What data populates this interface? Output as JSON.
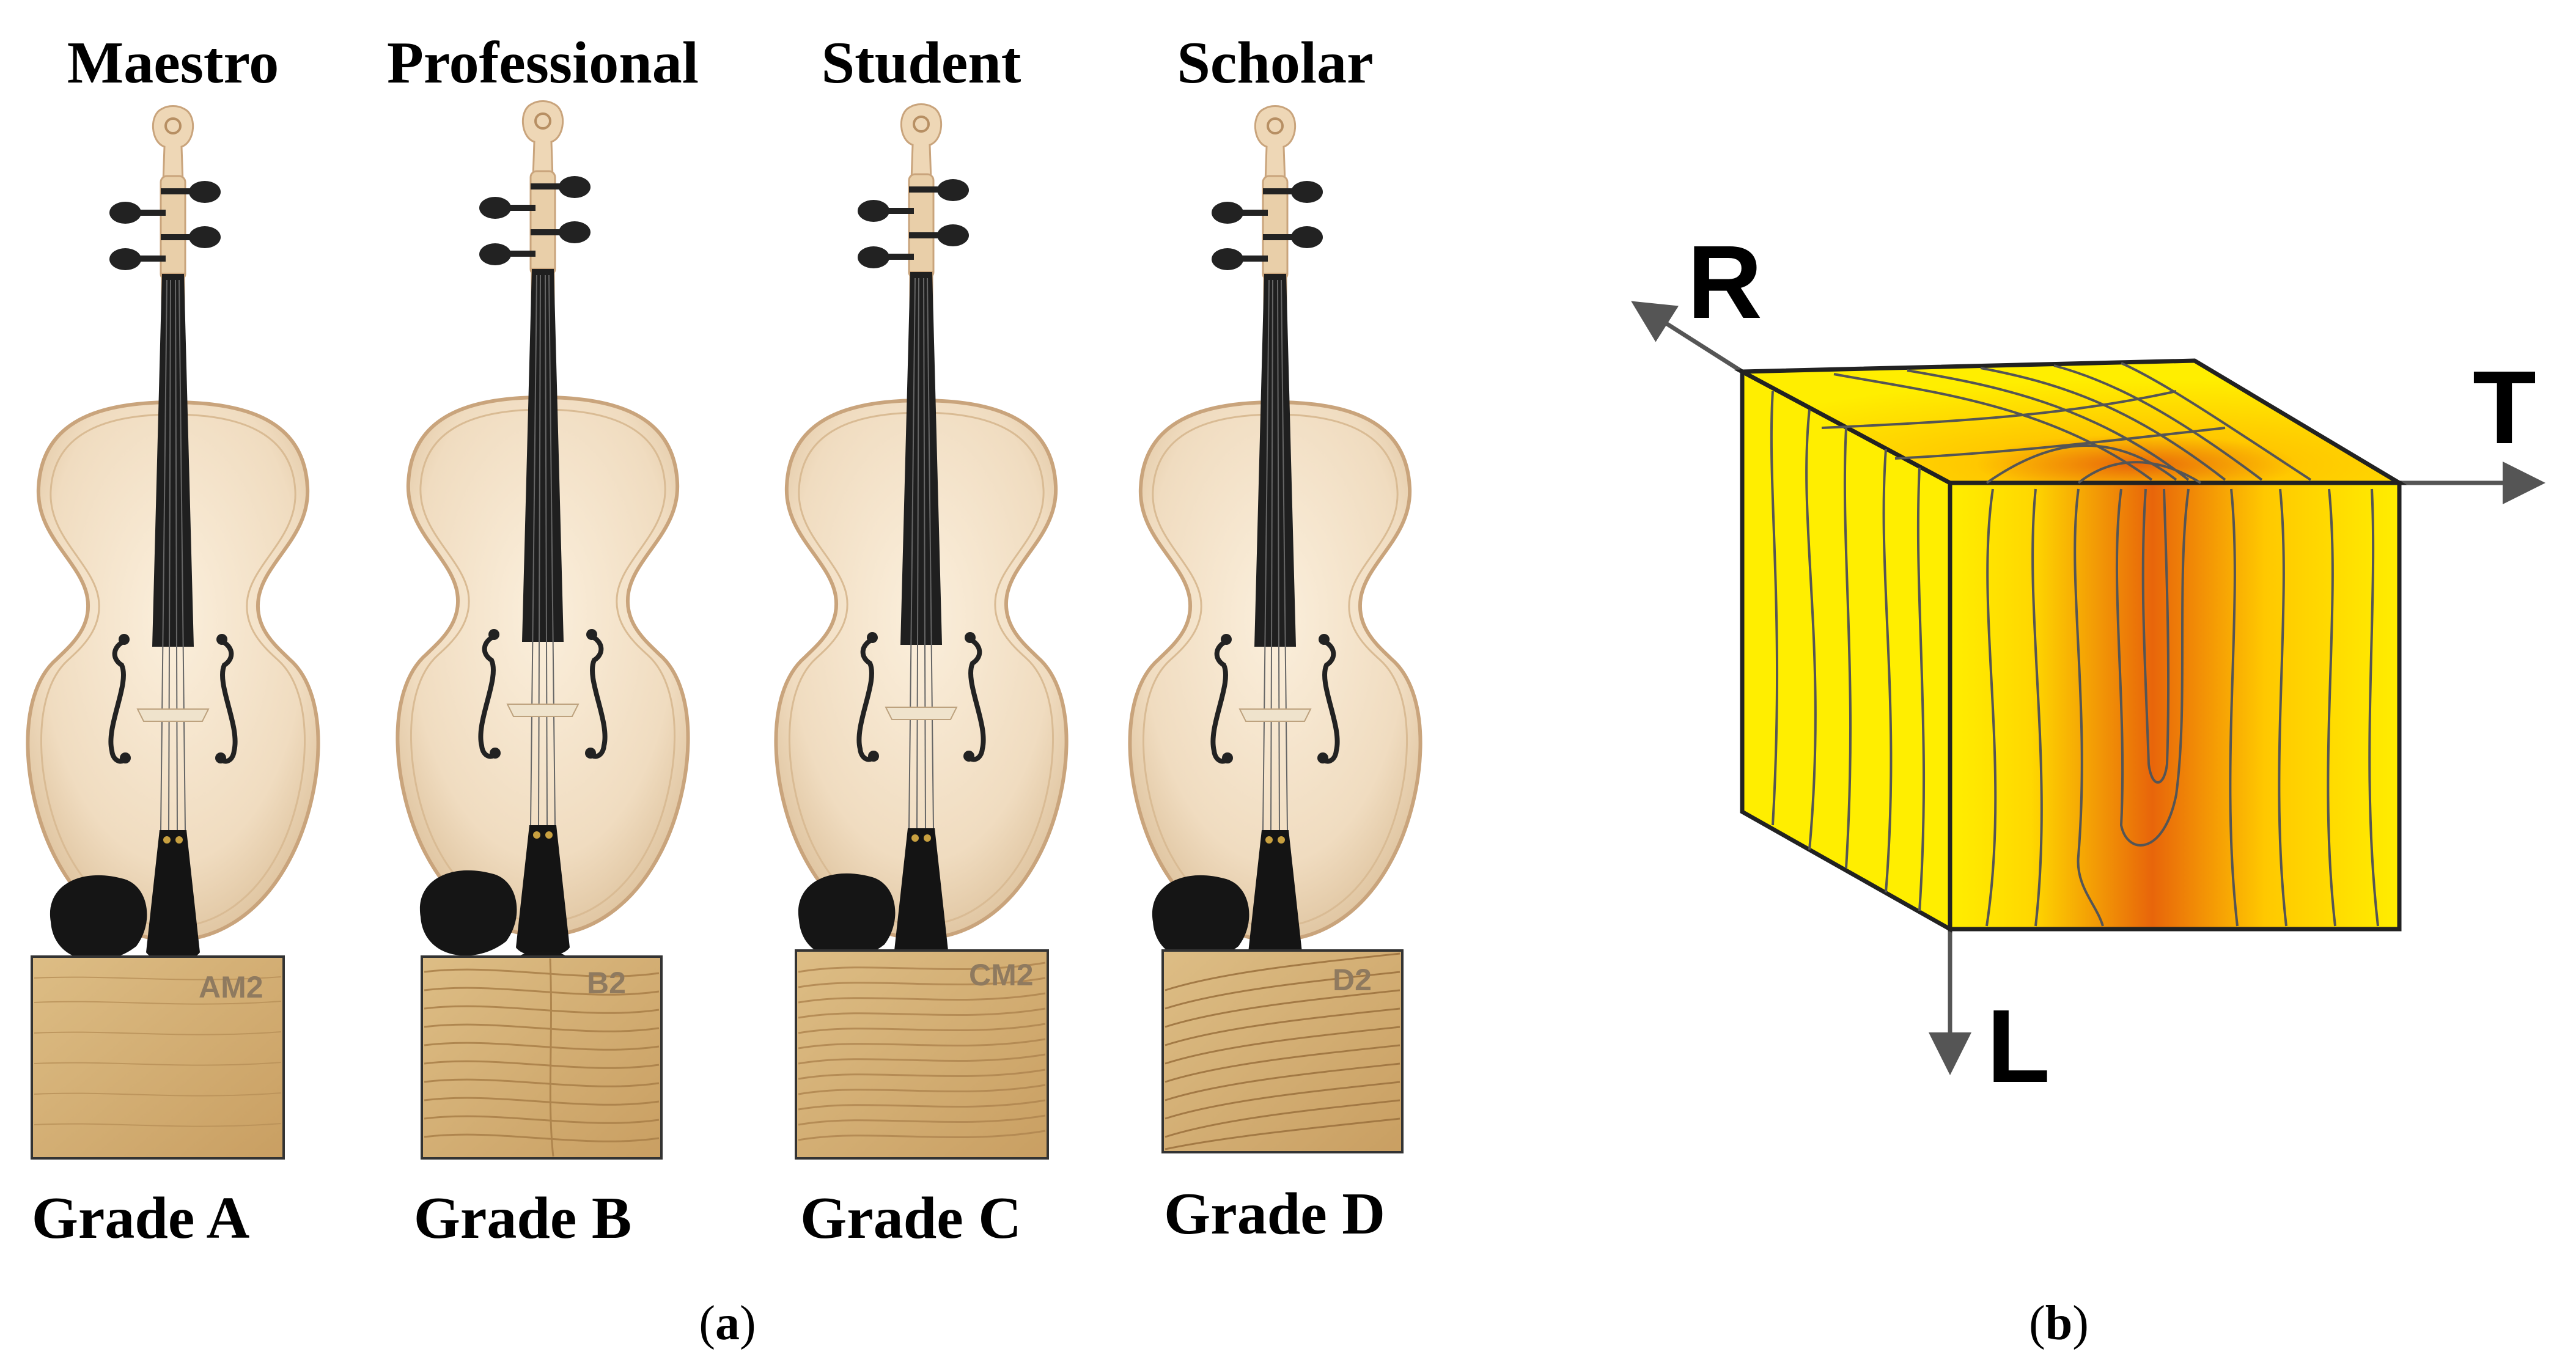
{
  "panel_a": {
    "grades": [
      {
        "name": "Maestro",
        "grade_label": "Grade A",
        "sample_code": "AM2"
      },
      {
        "name": "Professional",
        "grade_label": "Grade B",
        "sample_code": "B2"
      },
      {
        "name": "Student",
        "grade_label": "Grade C",
        "sample_code": "CM2"
      },
      {
        "name": "Scholar",
        "grade_label": "Grade D",
        "sample_code": "D2"
      }
    ],
    "caption_letter": "a"
  },
  "panel_b": {
    "axes": {
      "radial": "R",
      "tangential": "T",
      "longitudinal": "L"
    },
    "caption_letter": "b"
  },
  "colors": {
    "violin_wood": "#f0dcc0",
    "violin_edge": "#c9a47c",
    "ebony": "#1a1a1a",
    "wood_sample": "#d7b57d",
    "cube_yellow": "#ffee00",
    "cube_orange": "#e8650a"
  }
}
